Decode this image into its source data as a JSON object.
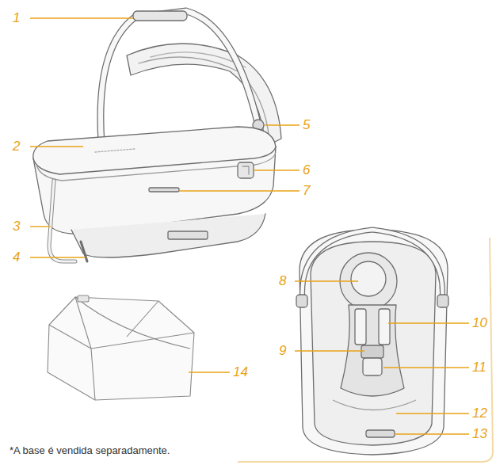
{
  "diagram": {
    "labels": [
      "1",
      "2",
      "3",
      "4",
      "5",
      "6",
      "7",
      "8",
      "9",
      "10",
      "11",
      "12",
      "13",
      "14",
      "*A base é vendida separadamente."
    ]
  }
}
